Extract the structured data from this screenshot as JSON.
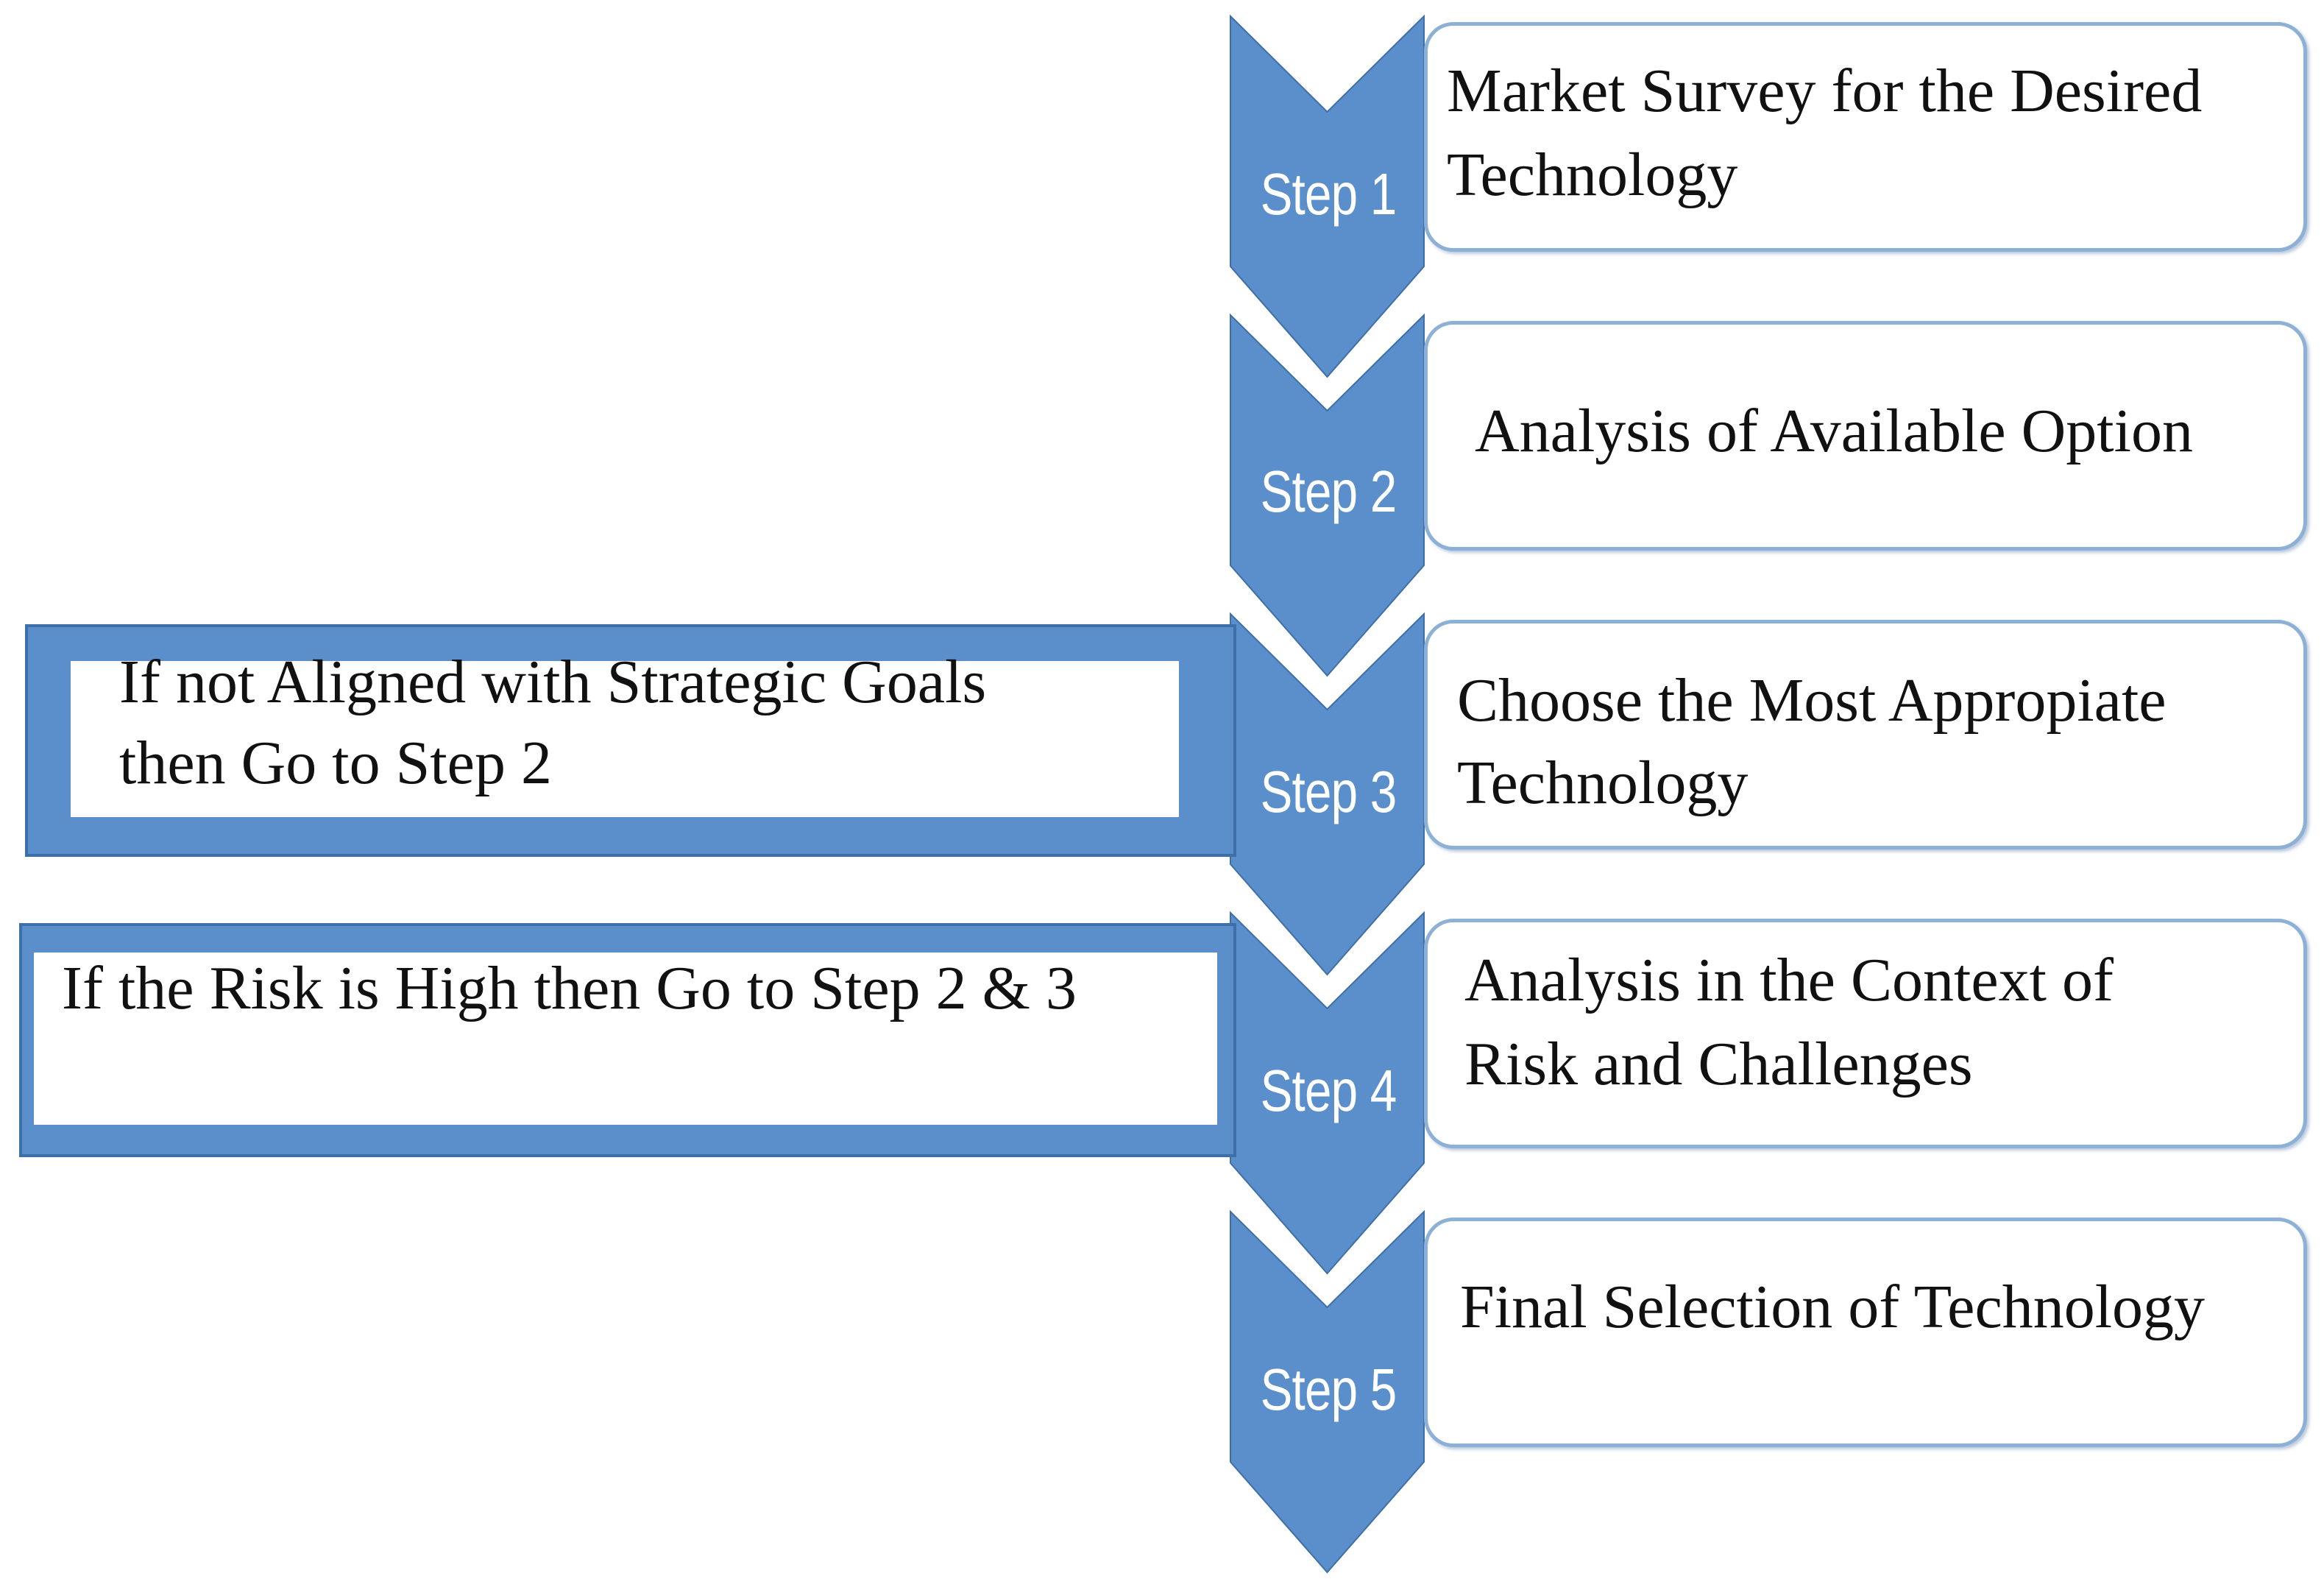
{
  "steps": [
    {
      "label": "Step 1",
      "text_lines": [
        "Market Survey for the Desired",
        "Technology"
      ]
    },
    {
      "label": "Step 2",
      "text_lines": [
        "Analysis of Available Option"
      ]
    },
    {
      "label": "Step 3",
      "text_lines": [
        "Choose the Most Appropiate",
        "Technology"
      ]
    },
    {
      "label": "Step 4",
      "text_lines": [
        "Analysis in the Context of",
        "Risk and Challenges"
      ]
    },
    {
      "label": "Step 5",
      "text_lines": [
        "Final Selection of Technology"
      ]
    }
  ],
  "feedback": [
    {
      "text_lines": [
        "If not Aligned with Strategic Goals",
        "then Go to Step 2"
      ]
    },
    {
      "text_lines": [
        "If the Risk is High then Go to Step 2 & 3"
      ]
    }
  ],
  "colors": {
    "chevron": "#5b8fcc",
    "chevron_dark": "#3f6fa9",
    "box_border": "#8db0d6",
    "text": "#111111",
    "label": "#ffffff"
  }
}
